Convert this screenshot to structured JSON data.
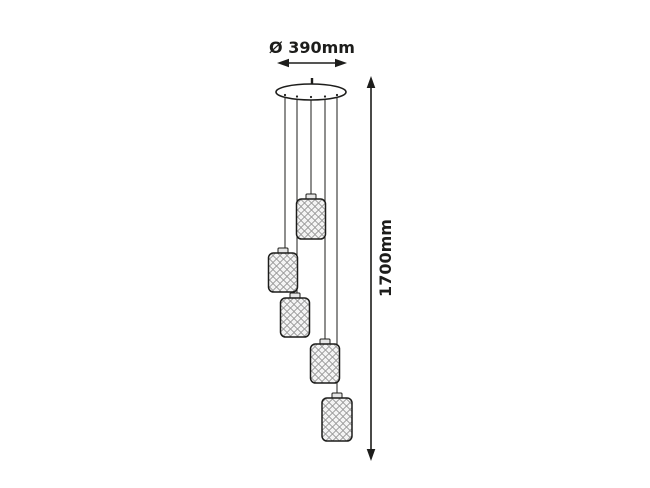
{
  "diagram": {
    "dimensions": {
      "diameter": "Ø 390mm",
      "height": "1700mm"
    },
    "pendant_count": 5,
    "colors": {
      "line": "#1d1d1b",
      "background": "#ffffff",
      "crystal_fill": "#f4f4f4",
      "crystal_stroke": "#8f8f8f"
    }
  }
}
